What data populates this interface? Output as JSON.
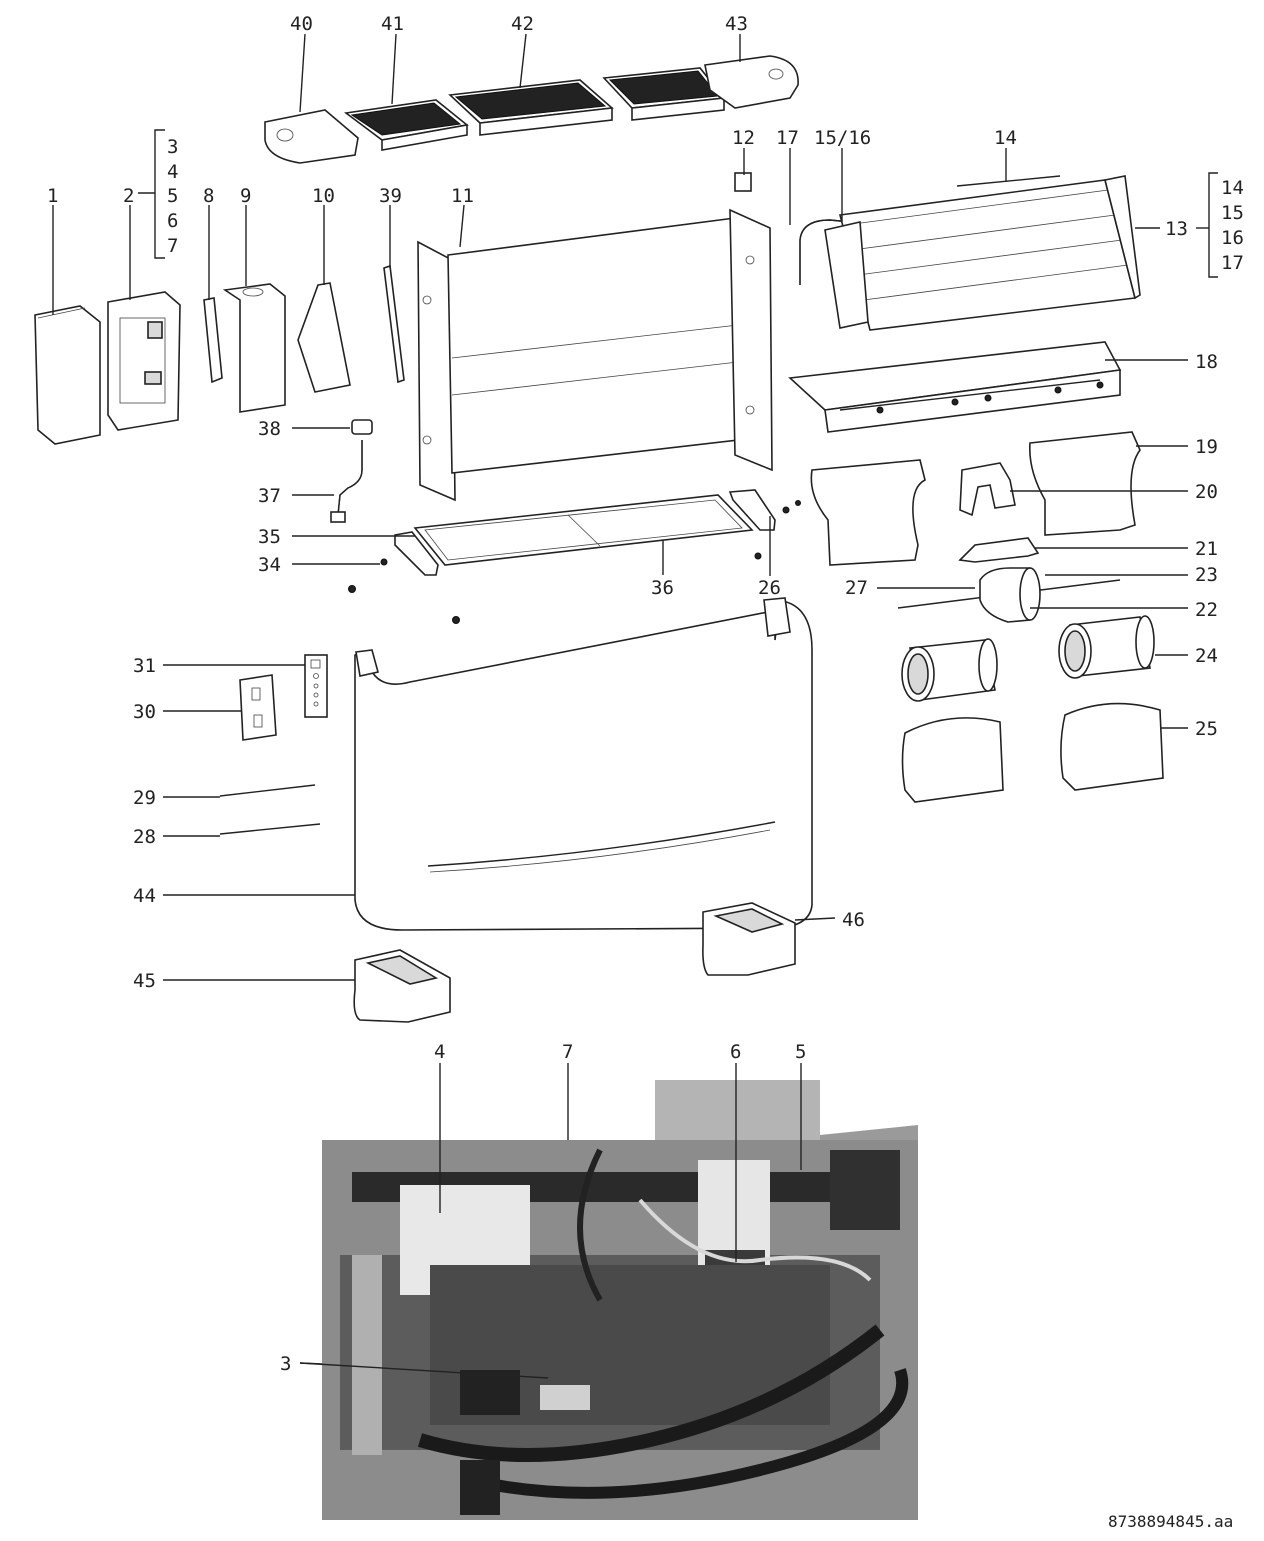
{
  "diagram": {
    "doc_code": "8738894845.aa",
    "callouts": [
      {
        "id": "c1",
        "label": "1"
      },
      {
        "id": "c2",
        "label": "2"
      },
      {
        "id": "c8",
        "label": "8"
      },
      {
        "id": "c9",
        "label": "9"
      },
      {
        "id": "c10",
        "label": "10"
      },
      {
        "id": "c39",
        "label": "39"
      },
      {
        "id": "c11",
        "label": "11"
      },
      {
        "id": "c12",
        "label": "12"
      },
      {
        "id": "c17",
        "label": "17"
      },
      {
        "id": "c15",
        "label": "15/16"
      },
      {
        "id": "c14",
        "label": "14"
      },
      {
        "id": "c13",
        "label": "13"
      },
      {
        "id": "c18",
        "label": "18"
      },
      {
        "id": "c19",
        "label": "19"
      },
      {
        "id": "c20",
        "label": "20"
      },
      {
        "id": "c21",
        "label": "21"
      },
      {
        "id": "c23",
        "label": "23"
      },
      {
        "id": "c22",
        "label": "22"
      },
      {
        "id": "c27",
        "label": "27"
      },
      {
        "id": "c24",
        "label": "24"
      },
      {
        "id": "c25",
        "label": "25"
      },
      {
        "id": "c26",
        "label": "26"
      },
      {
        "id": "c36",
        "label": "36"
      },
      {
        "id": "c35",
        "label": "35"
      },
      {
        "id": "c34",
        "label": "34"
      },
      {
        "id": "c37",
        "label": "37"
      },
      {
        "id": "c38",
        "label": "38"
      },
      {
        "id": "c31",
        "label": "31"
      },
      {
        "id": "c30",
        "label": "30"
      },
      {
        "id": "c29",
        "label": "29"
      },
      {
        "id": "c28",
        "label": "28"
      },
      {
        "id": "c44",
        "label": "44"
      },
      {
        "id": "c45",
        "label": "45"
      },
      {
        "id": "c46",
        "label": "46"
      },
      {
        "id": "c40",
        "label": "40"
      },
      {
        "id": "c41",
        "label": "41"
      },
      {
        "id": "c42",
        "label": "42"
      },
      {
        "id": "c43",
        "label": "43"
      },
      {
        "id": "p4",
        "label": "4"
      },
      {
        "id": "p7",
        "label": "7"
      },
      {
        "id": "p6",
        "label": "6"
      },
      {
        "id": "p5",
        "label": "5"
      },
      {
        "id": "p3",
        "label": "3"
      }
    ],
    "group_2": [
      "3",
      "4",
      "5",
      "6",
      "7"
    ],
    "group_13": [
      "14",
      "15",
      "16",
      "17"
    ]
  }
}
